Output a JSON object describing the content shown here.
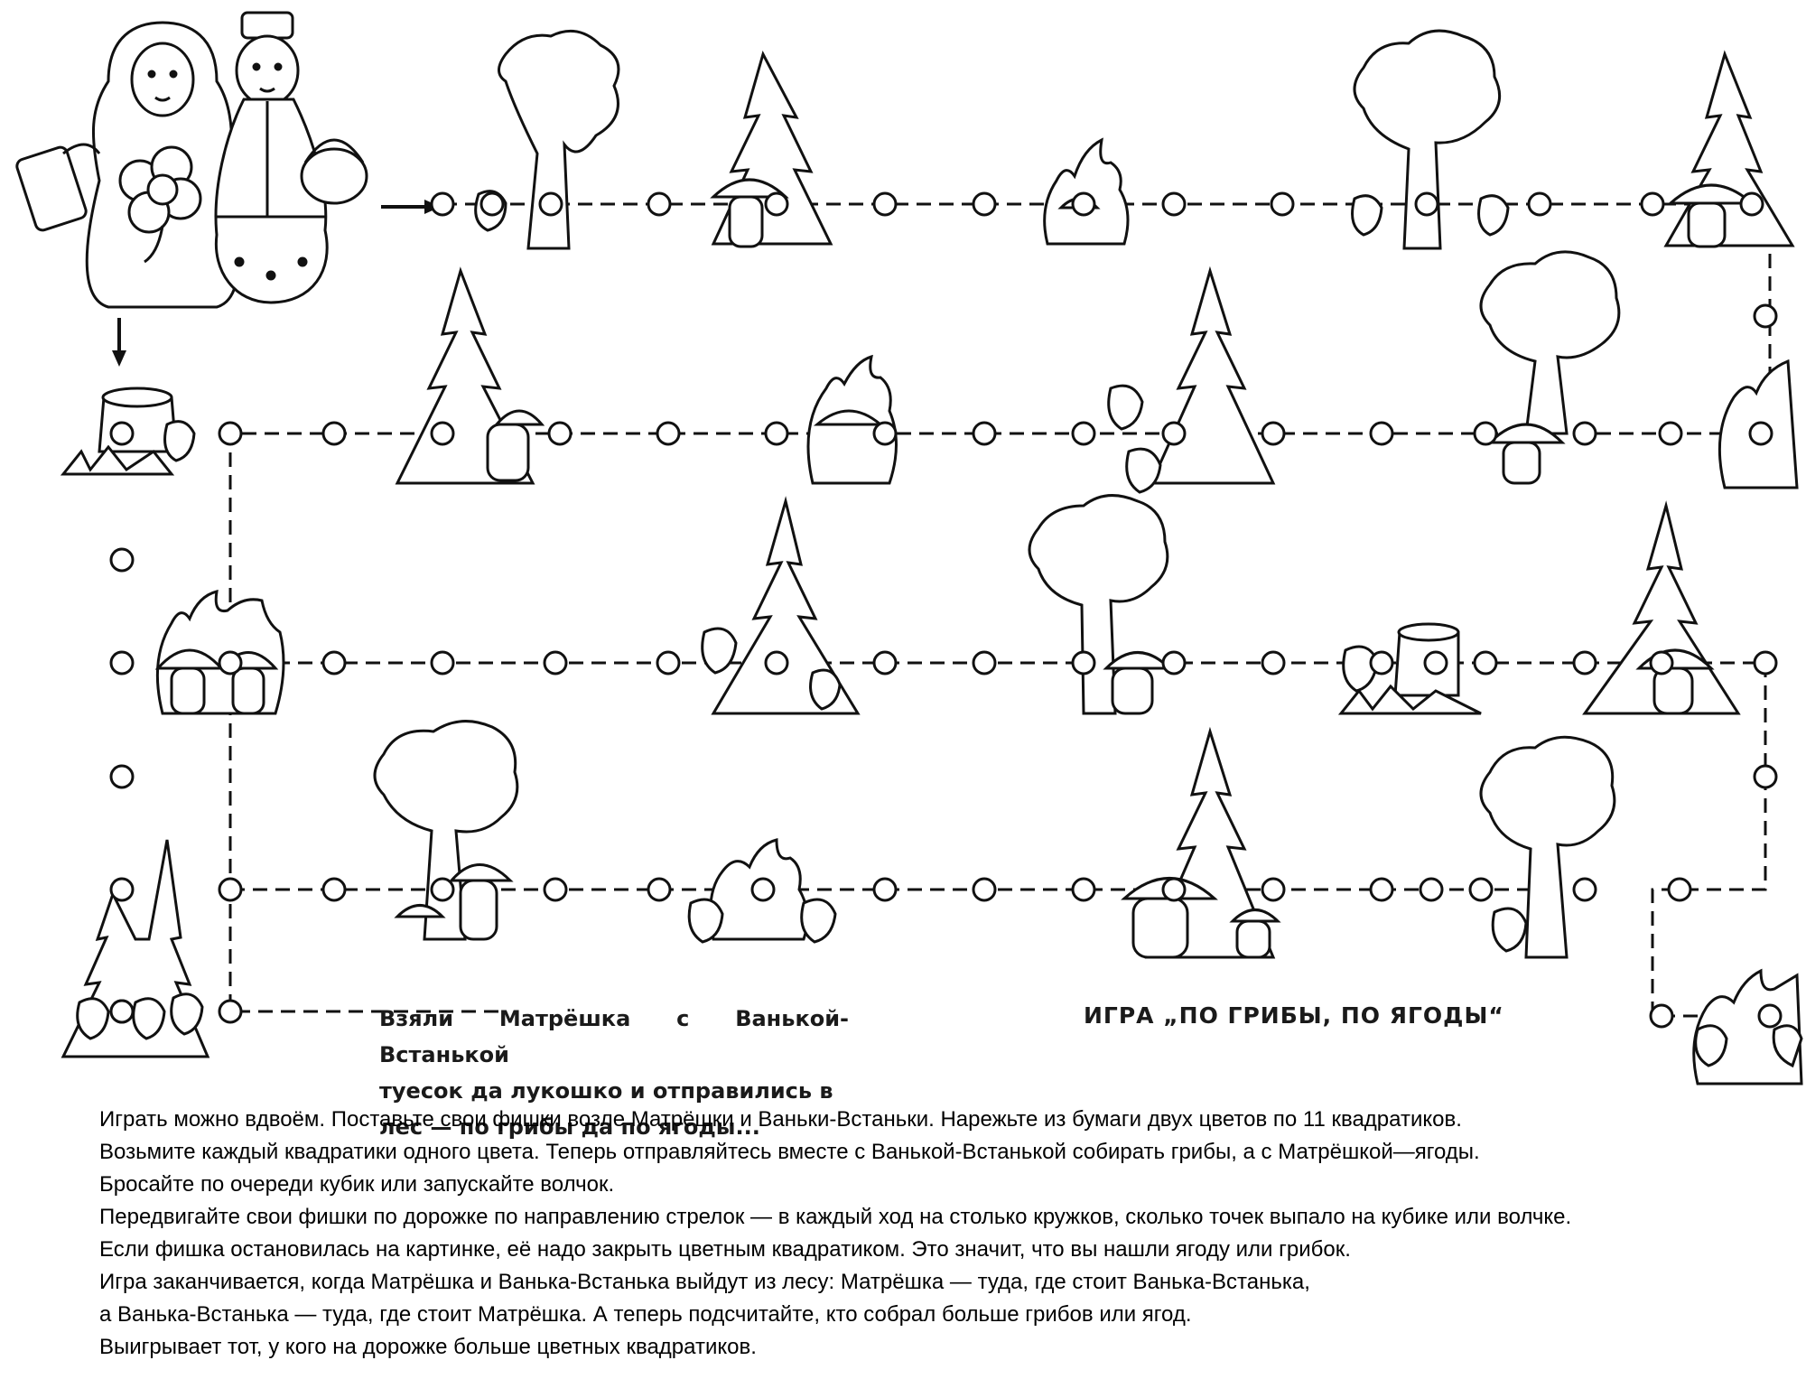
{
  "story": {
    "lines": [
      "Взяли Матрёшка с Ванькой-Встанькой",
      "туесок да лукошко и отправились в",
      "лес — по грибы да по ягоды..."
    ]
  },
  "game_title": "ИГРА „ПО ГРИБЫ, ПО ЯГОДЫ“",
  "rules": [
    "Играть можно вдвоём. Поставьте свои фишки возле Матрёшки и Ваньки-Встаньки. Нарежьте из бумаги двух цветов по 11 квадратиков.",
    "Возьмите каждый квадратики одного цвета. Теперь отправляйтесь вместе с Ванькой-Встанькой собирать грибы, а с Матрёшкой—ягоды.",
    "Бросайте по очереди кубик или запускайте волчок.",
    "Передвигайте свои фишки по дорожке по направлению стрелок — в каждый ход на столько кружков, сколько точек выпало на кубике или волчке.",
    "Если фишка остановилась на картинке, её надо закрыть цветным квадратиком. Это значит, что вы нашли ягоду или грибок.",
    "Игра заканчивается, когда Матрёшка и Ванька-Встанька выйдут из лесу: Матрёшка — туда, где стоит Ванька-Встанька,",
    "а Ванька-Встанька — туда, где стоит Матрёшка. А теперь подсчитайте, кто собрал больше грибов или ягод.",
    "Выигрывает тот, у кого на дорожке больше цветных квадратиков."
  ],
  "colors": {
    "ink": "#111111",
    "paper": "#ffffff"
  },
  "icons": [
    "matryoshka-icon",
    "vanka-vstanka-icon",
    "tree-icon",
    "fir-tree-icon",
    "bush-icon",
    "mushroom-icon",
    "strawberry-icon",
    "stump-icon",
    "arrow-icon"
  ]
}
